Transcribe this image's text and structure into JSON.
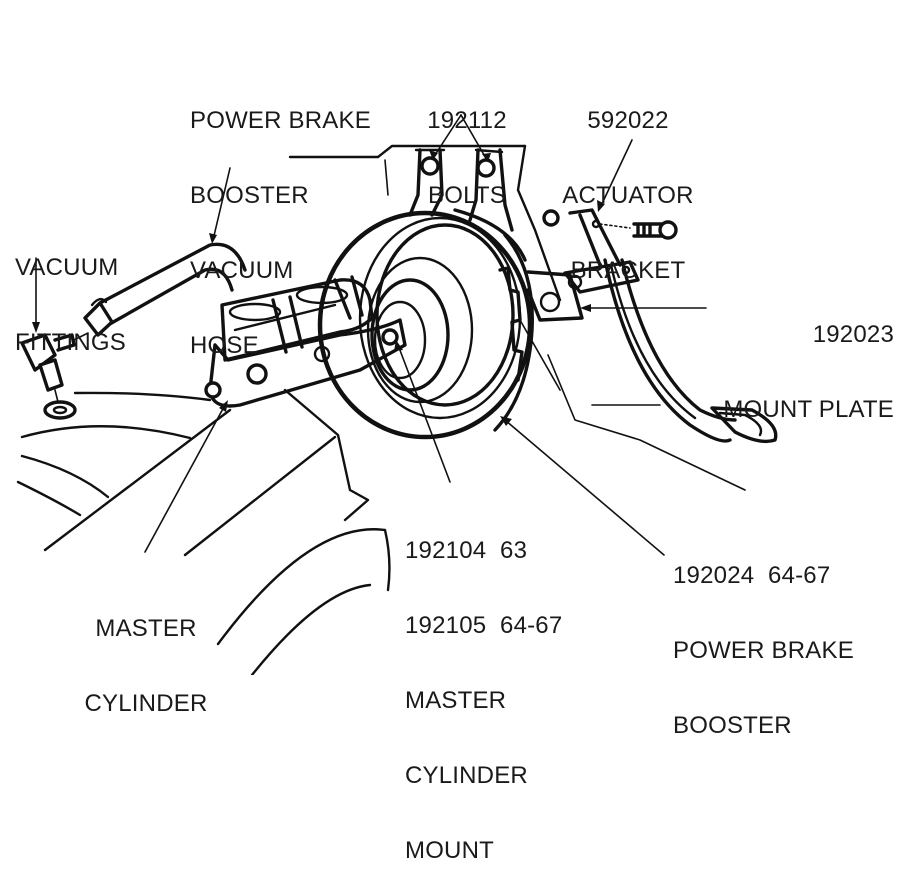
{
  "diagram": {
    "title": "Power Brake Booster Assembly",
    "labels": {
      "vacuum_hose": [
        "POWER BRAKE",
        "BOOSTER",
        "VACUUM",
        "HOSE"
      ],
      "bolts": [
        "192112",
        "BOLTS"
      ],
      "actuator_bracket": [
        "592022",
        "ACTUATOR",
        "BRACKET"
      ],
      "vacuum_fittings": [
        "VACUUM",
        "FITTINGS"
      ],
      "mount_plate": [
        "192023",
        "MOUNT PLATE"
      ],
      "master_cylinder_mount": [
        "192104  63",
        "192105  64-67",
        "MASTER",
        "CYLINDER",
        "MOUNT"
      ],
      "power_brake_booster": [
        "192024  64-67",
        "POWER BRAKE",
        "BOOSTER"
      ],
      "master_cylinder": [
        "MASTER",
        "CYLINDER"
      ]
    },
    "colors": {
      "ink": "#111111",
      "background": "#ffffff"
    }
  }
}
